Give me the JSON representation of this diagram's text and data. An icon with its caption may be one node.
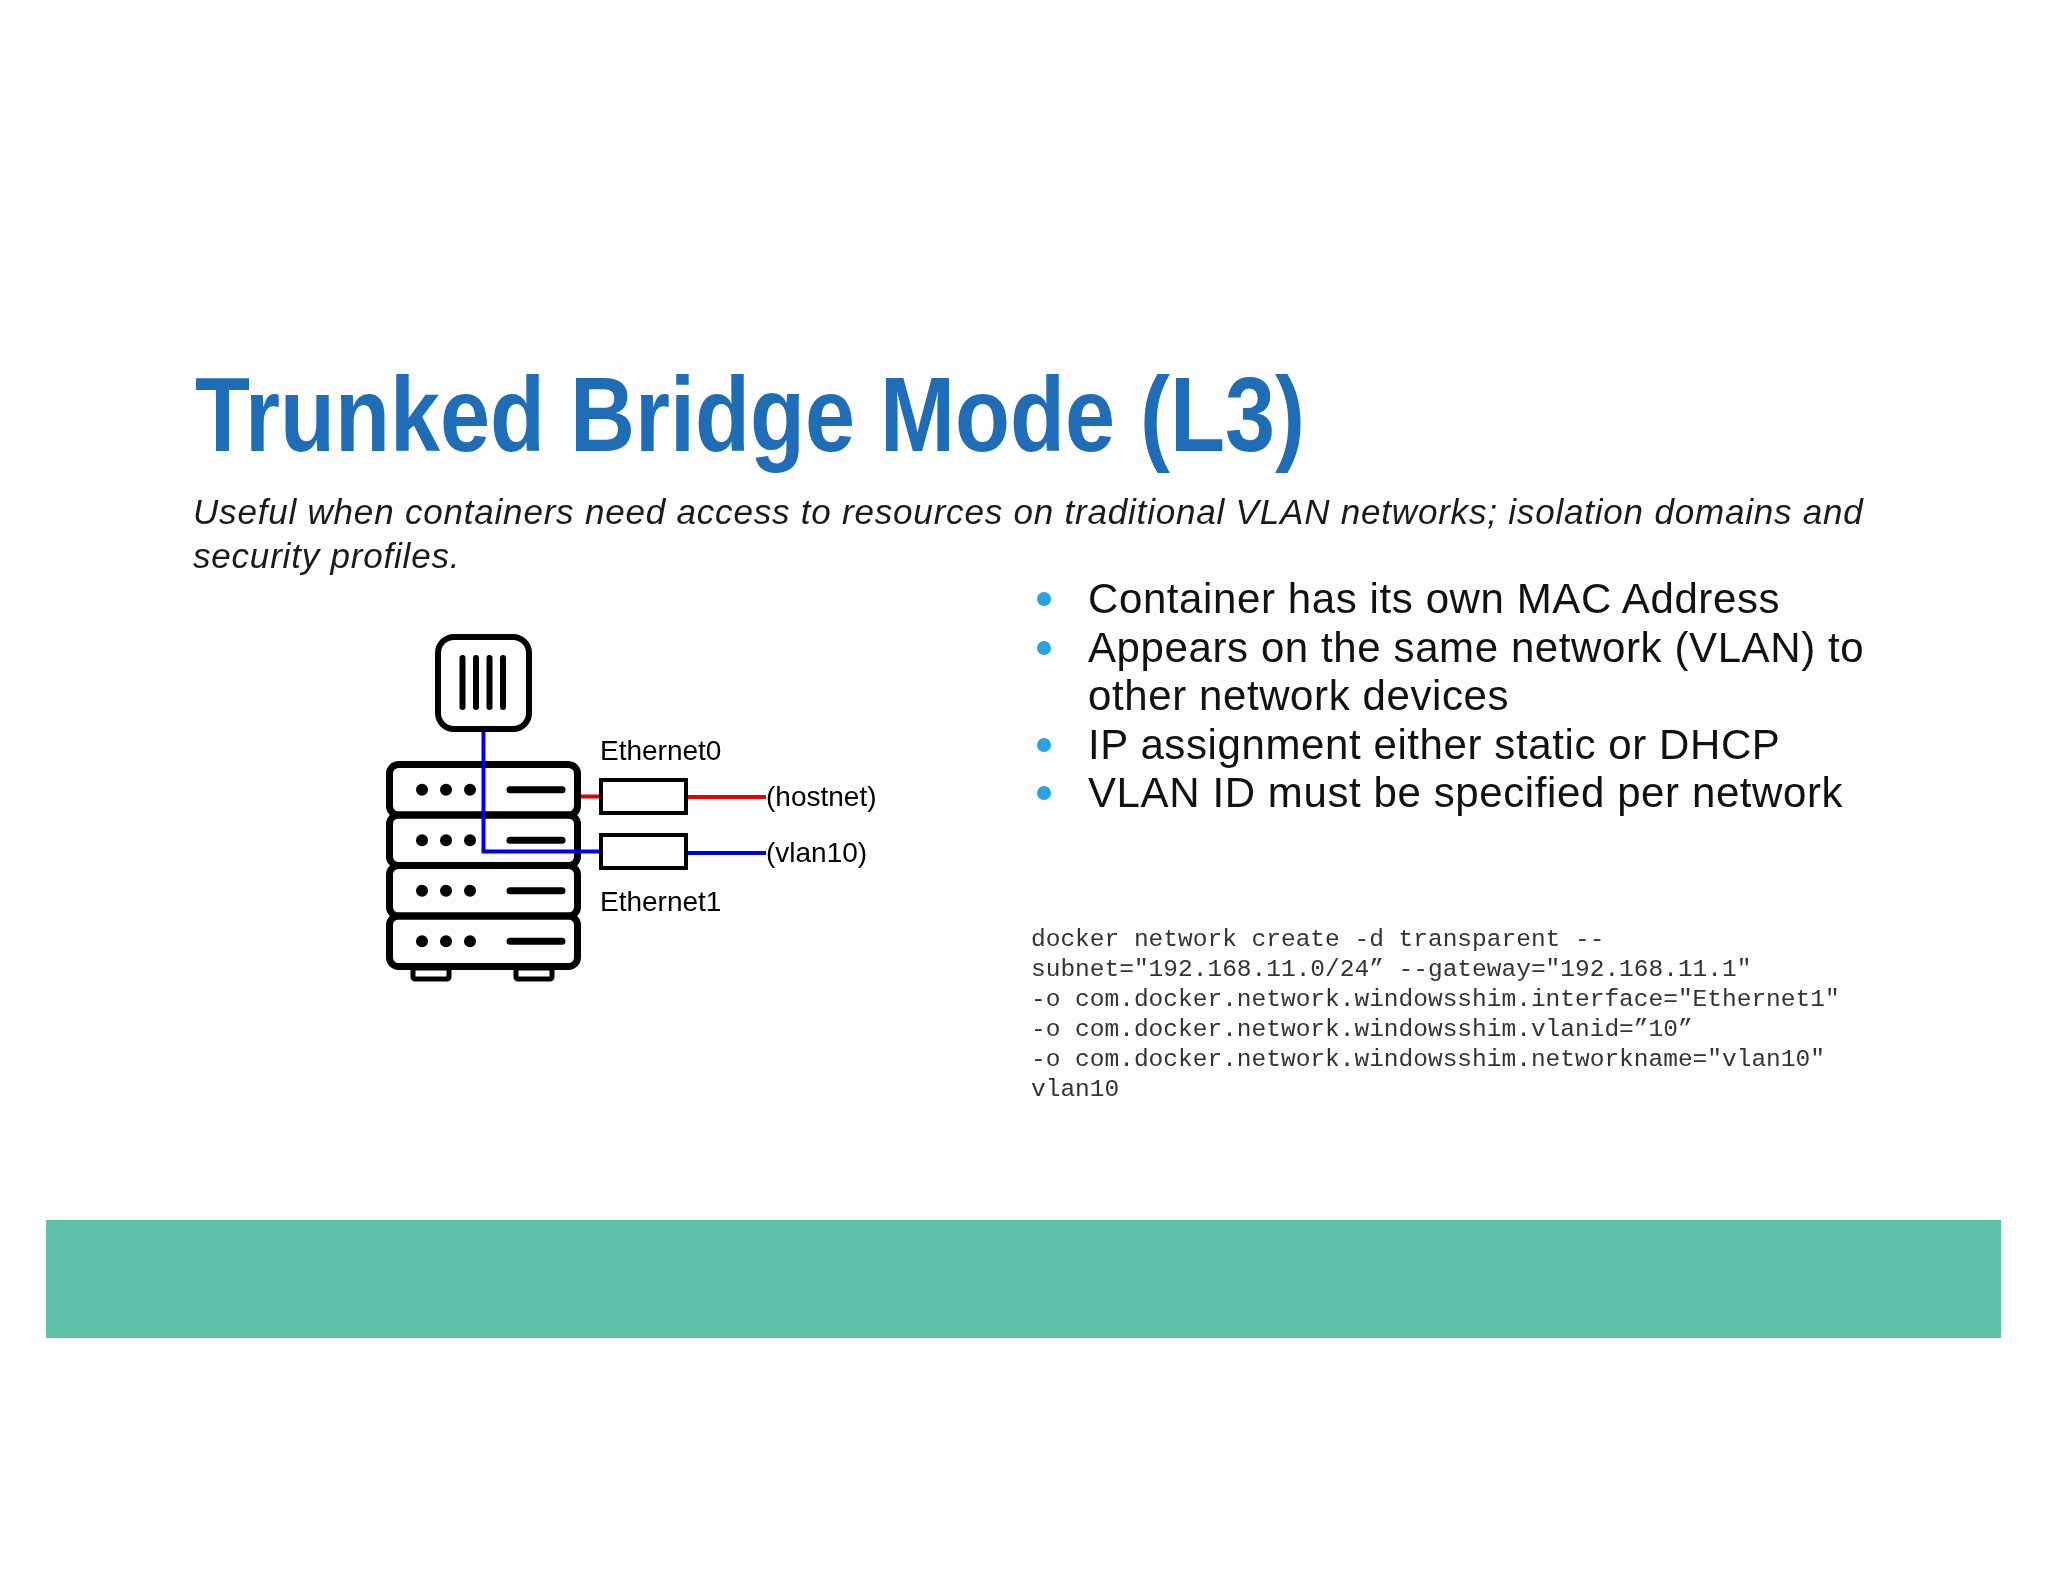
{
  "diagram": {
    "title": "Trunked Bridge Mode (L3)",
    "nodes": [
      {
        "text": [],
        "shape": "picture"
      },
      {
        "text": [],
        "shape": "picture"
      },
      {
        "text": [],
        "shape": "box",
        "beside": [
          "Ethernet0"
        ]
      },
      {
        "text": [
          "(hostnet)"
        ]
      },
      {
        "text": [],
        "shape": "box",
        "beside": [
          "Ethernet1"
        ]
      },
      {
        "text": [
          "(vlan10)"
        ]
      }
    ],
    "edges": [
      {
        "from": 1,
        "to": 2,
        "arrow": "none",
        "color": "#e60000"
      },
      {
        "from": 2,
        "to": 3,
        "arrow": "none",
        "color": "#e60000"
      },
      {
        "from": 0,
        "to": 1,
        "arrow": "none",
        "color": "#0000e6"
      },
      {
        "from": 1,
        "to": 4,
        "arrow": "none",
        "color": "#0000e6"
      },
      {
        "from": 4,
        "to": 5,
        "arrow": "none",
        "color": "#0000e6"
      }
    ],
    "labels": [
      "Useful when containers need access to resources on traditional VLAN networks; isolation domains and security profiles.",
      "Container has its own MAC Address",
      "Appears on the same network (VLAN) to other network devices",
      "IP assignment either static or DHCP",
      "VLAN ID must be specified per network",
      "docker network create -d transparent --",
      "subnet=\"192.168.11.0/24” --gateway=\"192.168.11.1\"",
      "-o com.docker.network.windowsshim.interface=\"Ethernet1\"",
      "-o com.docker.network.windowsshim.vlanid=”10”",
      "-o com.docker.network.windowsshim.networkname=\"vlan10\"",
      "vlan10"
    ]
  }
}
